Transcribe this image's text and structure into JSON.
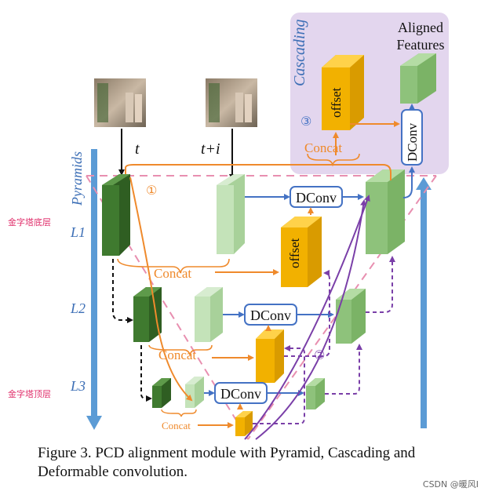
{
  "labels": {
    "cascading": "Cascading",
    "aligned_features": [
      "Aligned",
      "Features"
    ],
    "offset": "offset",
    "dconv": "DConv",
    "concat": "Concat",
    "pyramids": "Pyramids",
    "frame_t": "t",
    "frame_ti": "t+i",
    "level_1": "L1",
    "level_2": "L2",
    "level_3": "L3",
    "step_1": "①",
    "step_2": "②",
    "step_3": "③",
    "pyramid_bottom_cn": "金字塔底层",
    "pyramid_top_cn": "金字塔顶层"
  },
  "caption": "Figure 3.  PCD alignment module with Pyramid, Cascading and Deformable convolution.",
  "watermark": "CSDN @暖风I",
  "colors": {
    "dark_green": "#3f7a2f",
    "light_green": "#bfe0b4",
    "mid_green": "#8ec27b",
    "offset_orange": "#f2b100",
    "arrow_orange": "#ef8a2c",
    "arrow_purple": "#7a3fa8",
    "arrow_blue": "#4472c4",
    "cascade_bg": "#e3d6ee",
    "pyramid_blue": "#5b9bd5",
    "dash_pink": "#e88fb0",
    "chinese_label": "#e0306c"
  }
}
